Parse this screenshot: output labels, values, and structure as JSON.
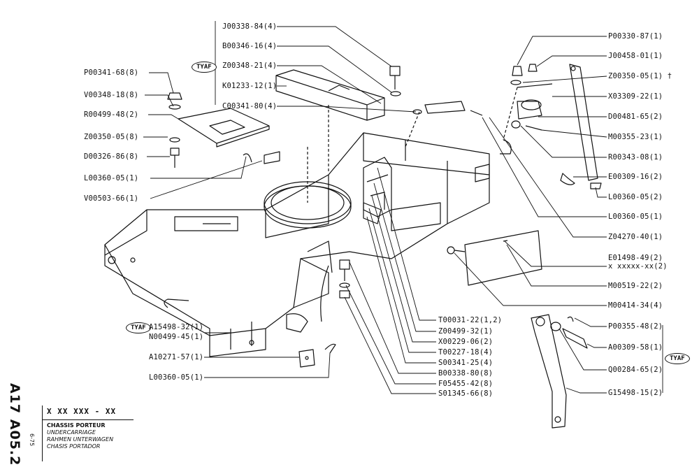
{
  "drawing_code": "A17 A05.2",
  "date": "6-75",
  "title_block": {
    "code": "X XX XXX - XX",
    "title_fr": "CHASSIS PORTEUR",
    "title_en": "UNDERCARRIAGE",
    "title_de": "RAHMEN UNTERWAGEN",
    "title_es": "CHASIS PORTADOR"
  },
  "tyaf": "TYAF",
  "left_labels": [
    "P00341-68(8)",
    "V00348-18(8)",
    "R00499-48(2)",
    "Z00350-05(8)",
    "D00326-86(8)",
    "L00360-05(1)",
    "V00503-66(1)"
  ],
  "top_labels": [
    "J00338-84(4)",
    "B00346-16(4)",
    "Z00348-21(4)",
    "K01233-12(1)",
    "C00341-80(4)"
  ],
  "right_labels": [
    "P00330-87(1)",
    "J00458-01(1)",
    "Z00350-05(1) †",
    "X03309-22(1)",
    "D00481-65(2)",
    "M00355-23(1)",
    "R00343-08(1)",
    "E00309-16(2)",
    "L00360-05(2)",
    "L00360-05(1)",
    "Z04270-40(1)",
    "E01498-49(2)",
    "x xxxxx-xx(2)",
    "M00519-22(2)",
    "M00414-34(4)"
  ],
  "bottom_center_labels": [
    "T00031-22(1,2)",
    "Z00499-32(1)",
    "X00229-06(2)",
    "T00227-18(4)",
    "S00341-25(4)",
    "B00338-80(8)",
    "F05455-42(8)",
    "S01345-66(8)"
  ],
  "bottom_left_labels": [
    "A15498-32(1)",
    "N00499-45(1)",
    "A10271-57(1)",
    "L00360-05(1)"
  ],
  "bottom_right_labels": [
    "P00355-48(2)",
    "A00309-58(1)",
    "Q00284-65(2)",
    "G15498-15(2)"
  ]
}
